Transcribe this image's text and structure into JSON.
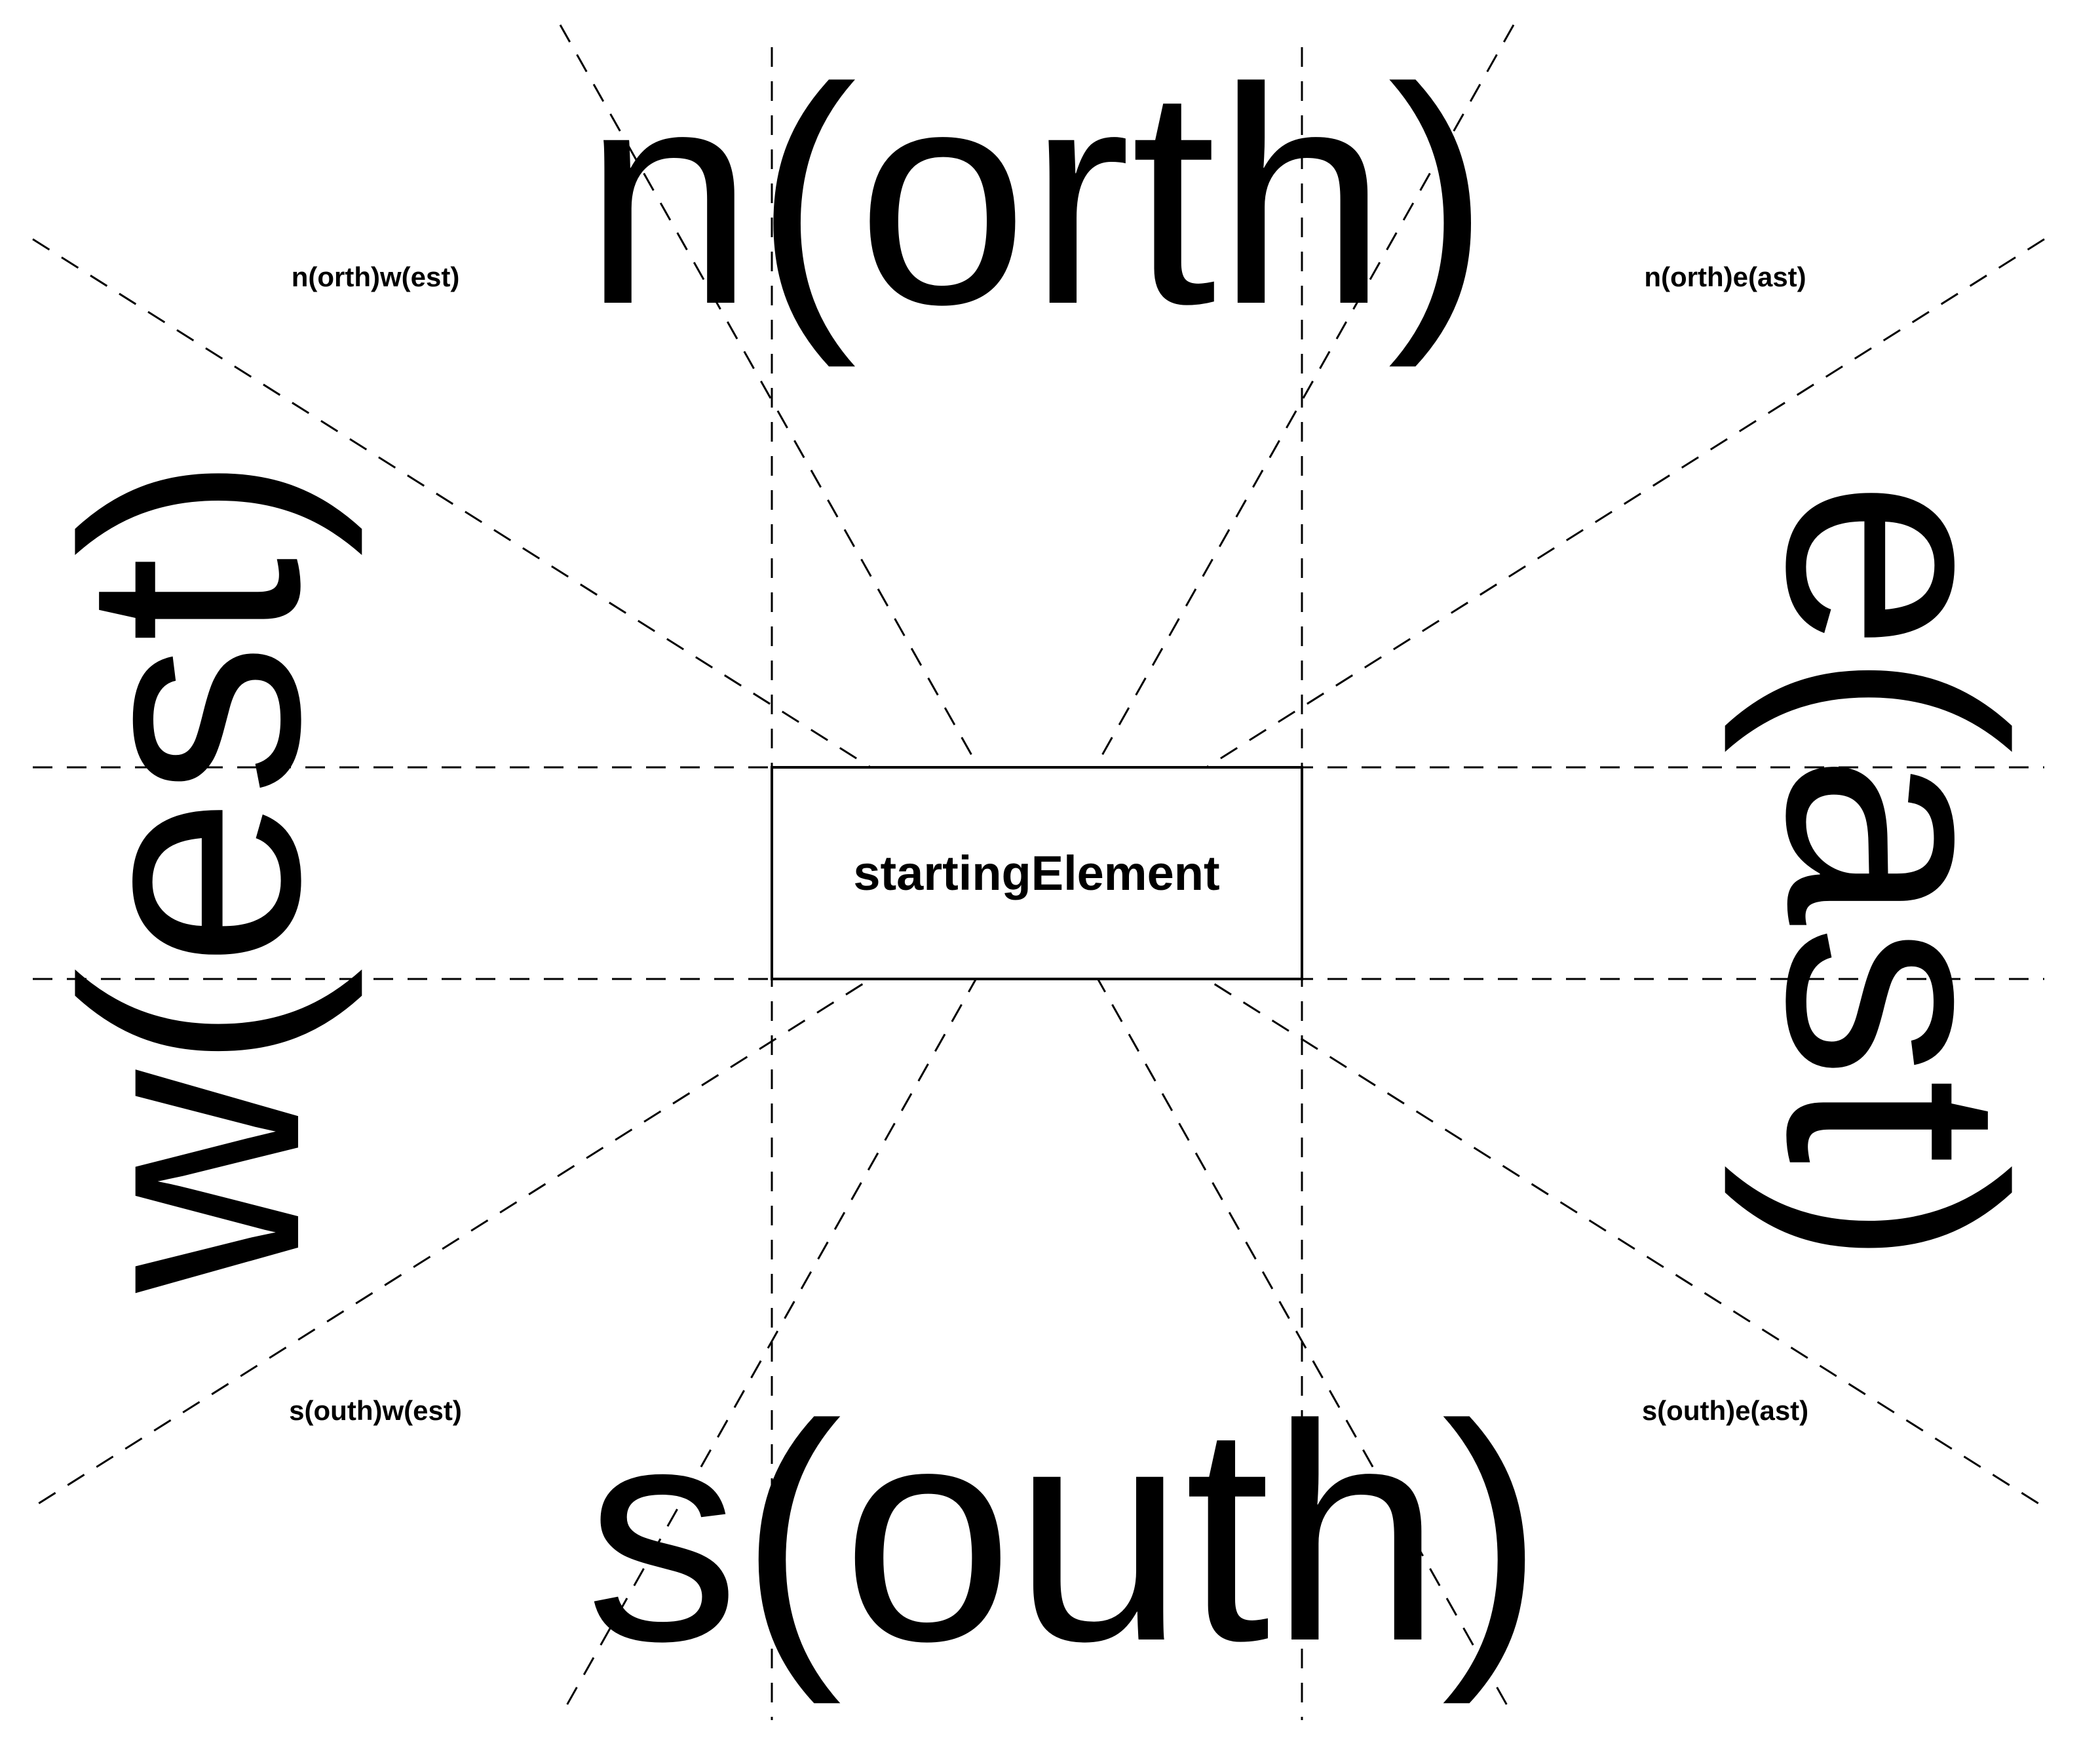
{
  "diagram": {
    "center_element": "startingElement",
    "directions": {
      "north": "n(orth)",
      "south": "s(outh)",
      "east": "e(ast)",
      "west": "w(est)"
    },
    "corners": {
      "northwest": "n(orth)w(est)",
      "northeast": "n(orth)e(ast)",
      "southwest": "s(outh)w(est)",
      "southeast": "s(outh)e(ast)"
    },
    "colors": {
      "lines": "#000000",
      "background": "#ffffff"
    }
  }
}
